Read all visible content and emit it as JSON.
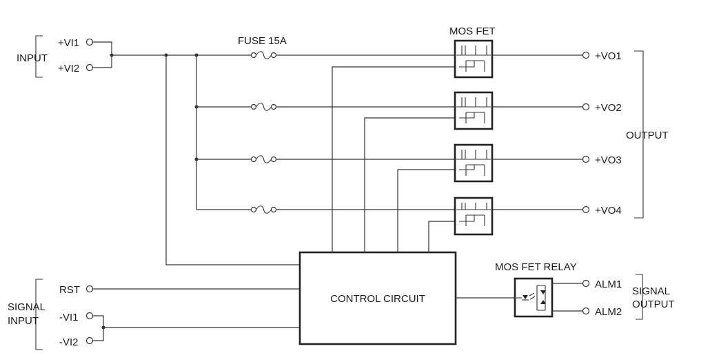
{
  "input": {
    "group_label": "INPUT",
    "vi1": "+VI1",
    "vi2": "+VI2"
  },
  "fuse_label": "FUSE 15A",
  "mosfet_label": "MOS FET",
  "outputs": {
    "group_label": "OUTPUT",
    "vo1": "+VO1",
    "vo2": "+VO2",
    "vo3": "+VO3",
    "vo4": "+VO4"
  },
  "control_circuit_label": "CONTROL CIRCUIT",
  "relay_label": "MOS FET RELAY",
  "signal_input": {
    "line1": "SIGNAL",
    "line2": "INPUT",
    "rst": "RST",
    "vi1": "-VI1",
    "vi2": "-VI2"
  },
  "signal_output": {
    "line1": "SIGNAL",
    "line2": "OUTPUT",
    "alm1": "ALM1",
    "alm2": "ALM2"
  }
}
